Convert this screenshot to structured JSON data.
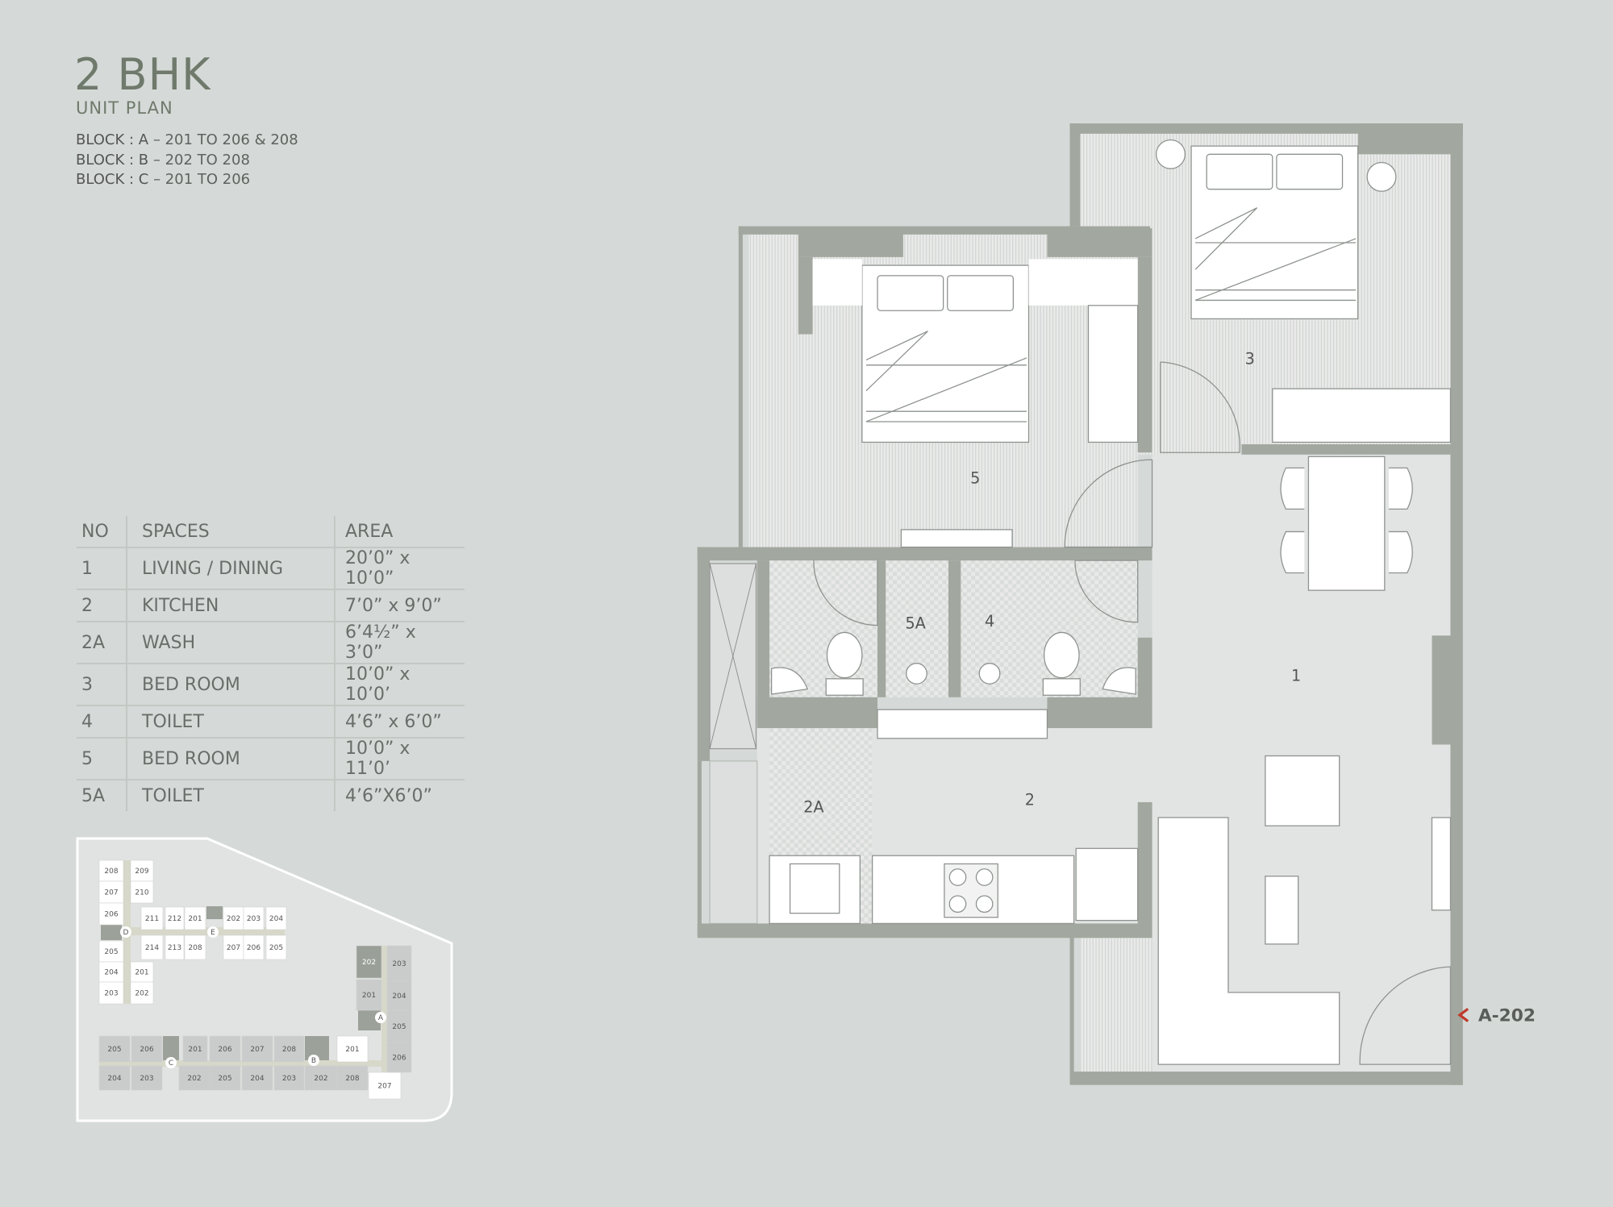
{
  "header": {
    "title": "2 BHK",
    "subtitle": "UNIT PLAN",
    "blocks": [
      {
        "block": "BLOCK : A",
        "units": " – 201 TO 206 & 208"
      },
      {
        "block": "BLOCK : B",
        "units": " – 202 TO 208"
      },
      {
        "block": "BLOCK : C",
        "units": " – 201 TO 206"
      }
    ]
  },
  "spaces_table": {
    "headers": [
      "NO",
      "SPACES",
      "AREA"
    ],
    "rows": [
      [
        "1",
        "LIVING / DINING",
        "20’0” x 10’0”"
      ],
      [
        "2",
        "KITCHEN",
        "7’0” x 9’0”"
      ],
      [
        "2A",
        "WASH",
        "6’4½” x 3’0”"
      ],
      [
        "3",
        "BED ROOM",
        "10’0” x 10’0’"
      ],
      [
        "4",
        "TOILET",
        "4’6” x 6’0”"
      ],
      [
        "5",
        "BED ROOM",
        "10’0” x 11’0’"
      ],
      [
        "5A",
        "TOILET",
        "4’6”X6’0”"
      ]
    ]
  },
  "floor_plan": {
    "room_labels": {
      "r1": "1",
      "r2": "2",
      "r2a": "2A",
      "r3": "3",
      "r4": "4",
      "r5": "5",
      "r5a": "5A"
    },
    "unit_marker": "A-202",
    "marker_color": "#c0392b"
  },
  "key_plan": {
    "units": [
      "208",
      "207",
      "206",
      "205",
      "204",
      "203",
      "209",
      "210",
      "201",
      "202",
      "211",
      "212",
      "201",
      "202",
      "203",
      "204",
      "214",
      "213",
      "208",
      "207",
      "206",
      "205",
      "205",
      "206",
      "201",
      "206",
      "207",
      "208",
      "201",
      "204",
      "203",
      "202",
      "205",
      "204",
      "203",
      "202",
      "208",
      "207",
      "202",
      "201",
      "203",
      "204",
      "205",
      "206"
    ],
    "cores": [
      "D",
      "E",
      "A",
      "B",
      "C"
    ],
    "highlight_unit": "202"
  },
  "colors": {
    "background": "#d5dad8",
    "wall": "#a2a89f",
    "text": "#6a6d6a",
    "title": "#6f7a6c"
  }
}
